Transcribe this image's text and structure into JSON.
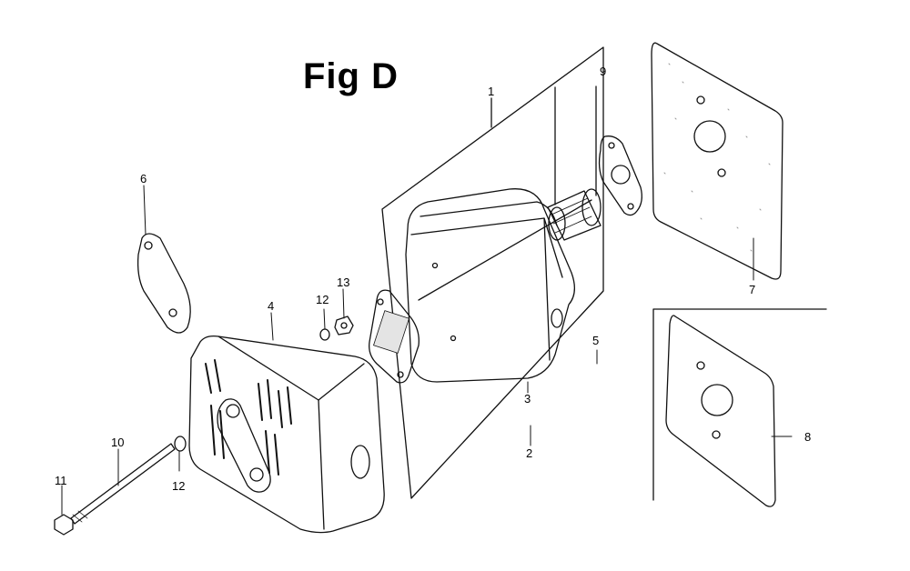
{
  "figure": {
    "title": "Fig D"
  },
  "callouts": [
    {
      "id": "c1",
      "label": "1"
    },
    {
      "id": "c9",
      "label": "9"
    },
    {
      "id": "c6a",
      "label": "6"
    },
    {
      "id": "c4",
      "label": "4"
    },
    {
      "id": "c13",
      "label": "13"
    },
    {
      "id": "c12a",
      "label": "12"
    },
    {
      "id": "c5",
      "label": "5"
    },
    {
      "id": "c3",
      "label": "3"
    },
    {
      "id": "c2",
      "label": "2"
    },
    {
      "id": "c7",
      "label": "7"
    },
    {
      "id": "c8",
      "label": "8"
    },
    {
      "id": "c10",
      "label": "10"
    },
    {
      "id": "c11",
      "label": "11"
    },
    {
      "id": "c12b",
      "label": "12"
    }
  ],
  "colors": {
    "line": "#111111",
    "paper": "#ffffff",
    "speckle": "#9a9a9a"
  }
}
